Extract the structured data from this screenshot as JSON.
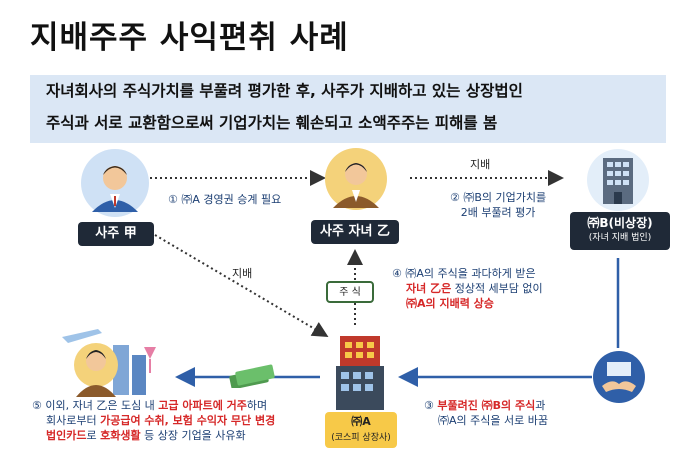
{
  "title": "지배주주 사익편취 사례",
  "summary": {
    "line1": "자녀회사의 주식가치를 부풀려 평가한 후, 사주가 지배하고 있는 상장법인",
    "line2": "주식과 서로 교환함으로써 기업가치는 훼손되고 소액주주는 피해를 봄"
  },
  "nodes": {
    "owner": "사주 甲",
    "child": "사주 자녀 乙",
    "company_b": {
      "main": "㈜B(비상장)",
      "sub": "(자녀 지배 법인)"
    },
    "company_a": {
      "main": "㈜A",
      "sub": "(코스피 상장사)"
    }
  },
  "edges": {
    "control_top": "지배",
    "control_diag": "지배",
    "stock_card": "주 식"
  },
  "steps": {
    "s1": "① ㈜A 경영권 승계 필요",
    "s2_line1": "② ㈜B의 기업가치를",
    "s2_line2": "2배 부풀려 평가",
    "s3_a": "③ ",
    "s3_b": "부풀려진 ㈜B의 주식",
    "s3_c": "과",
    "s3_line2": "㈜A의 주식을 서로 바꿈",
    "s4_line1": "④ ㈜A의 주식을 과다하게 받은",
    "s4_l2a": "자녀 乙은",
    "s4_l2b": " 정상적 세부담 없이",
    "s4_line3": "㈜A의 지배력 상승",
    "s5_l1a": "⑤ 이외, 자녀 乙은 도심 내 ",
    "s5_l1b": "고급 아파트에 거주",
    "s5_l1c": "하며",
    "s5_l2a": "회사로부터 ",
    "s5_l2b": "가공급여 수취, 보험 수익자 무단 변경",
    "s5_l3a": "법인카드",
    "s5_l3b": "로 ",
    "s5_l3c": "호화생활",
    "s5_l3d": " 등 상장 기업을 사유화"
  },
  "colors": {
    "accent_blue": "#2f5fa8",
    "red": "#d62828",
    "summary_bg": "#dbe7f5",
    "company_yellow": "#f7c948",
    "dark_pill": "#1f2937"
  }
}
